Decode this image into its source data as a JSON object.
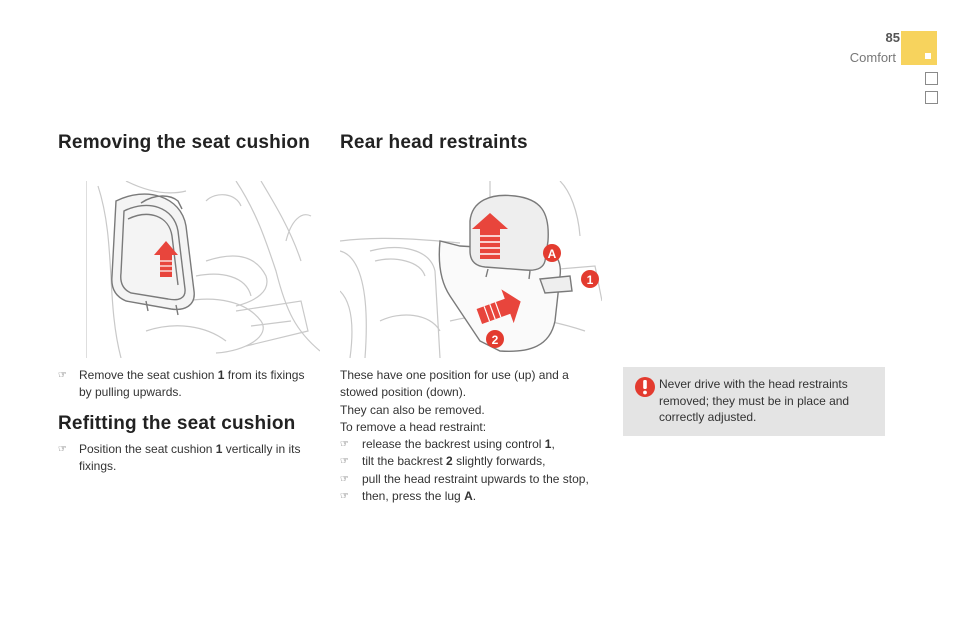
{
  "header": {
    "page_number": "85",
    "section": "Comfort"
  },
  "colors": {
    "tab": "#f7d35d",
    "warning_bg": "#e4e4e4",
    "arrow_red": "#e8453c",
    "callout_red": "#e33b2f"
  },
  "removing": {
    "title": "Removing the seat cushion",
    "item": {
      "before": "Remove the seat cushion ",
      "number": "1",
      "after": " from its fixings by pulling upwards."
    }
  },
  "refitting": {
    "title": "Refitting the seat cushion",
    "item": {
      "before": "Position the seat cushion ",
      "number": "1",
      "after": " vertically in its fixings."
    }
  },
  "rear": {
    "title": "Rear head restraints",
    "intro1": "These have one position for use (up) and a stowed position (down).",
    "intro2": "They can also be removed.",
    "intro3": "To remove a head restraint:",
    "steps": [
      {
        "before": "release the backrest using control ",
        "bold": "1",
        "after": ","
      },
      {
        "before": "tilt the backrest ",
        "bold": "2",
        "after": " slightly forwards,"
      },
      {
        "before": "pull the head restraint upwards to the stop,",
        "bold": "",
        "after": ""
      },
      {
        "before": "then, press the lug ",
        "bold": "A",
        "after": "."
      }
    ],
    "callouts": {
      "a": "A",
      "one": "1",
      "two": "2"
    }
  },
  "warning": {
    "icon": "exclamation-icon",
    "text": "Never drive with the head restraints removed; they must be in place and correctly adjusted."
  },
  "icons": {
    "bullet": "pointing-finger-icon"
  }
}
